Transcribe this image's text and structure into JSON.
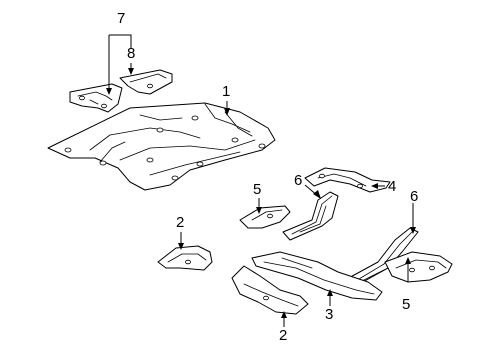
{
  "callouts": [
    {
      "id": "c1",
      "label": "1"
    },
    {
      "id": "c2a",
      "label": "2"
    },
    {
      "id": "c2b",
      "label": "2"
    },
    {
      "id": "c3",
      "label": "3"
    },
    {
      "id": "c4",
      "label": "4"
    },
    {
      "id": "c5a",
      "label": "5"
    },
    {
      "id": "c5b",
      "label": "5"
    },
    {
      "id": "c6a",
      "label": "6"
    },
    {
      "id": "c6b",
      "label": "6"
    },
    {
      "id": "c7",
      "label": "7"
    },
    {
      "id": "c8",
      "label": "8"
    }
  ]
}
